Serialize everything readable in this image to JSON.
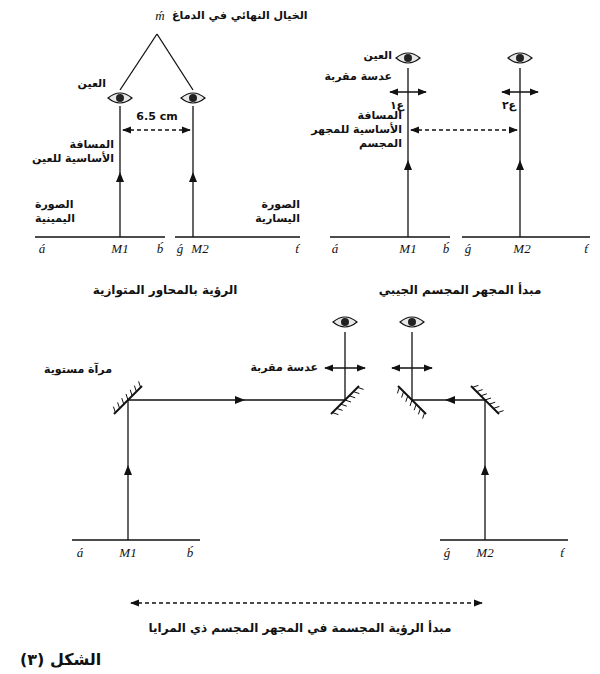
{
  "diagram": {
    "caption": "الشكل (٣)",
    "labels": [
      "ḿ",
      "الخيال النهائي في الدماغ",
      "العين",
      "6.5 cm",
      "المسافة الأساسية للعين",
      "الصورة اليمينية",
      "á",
      "M1",
      "b́",
      "ǵ",
      "M2",
      "t́",
      "الصورة اليسارية",
      "الرؤية بالمحاور المتوازية",
      "العين",
      "عدسة مقربة",
      "ع١",
      "ع٢",
      "المسافة الأساسية للمجهر المجسم",
      "á",
      "M1",
      "b́",
      "ǵ",
      "M2",
      "t́",
      "مبدأ المجهر المجسم الجيبي",
      "عدسة مقربة",
      "مرآة مستوية",
      "á",
      "M1",
      "b́",
      "ǵ",
      "M2",
      "t́",
      "مبدأ الرؤية المجسمة في المجهر المجسم ذي المرايا"
    ]
  }
}
